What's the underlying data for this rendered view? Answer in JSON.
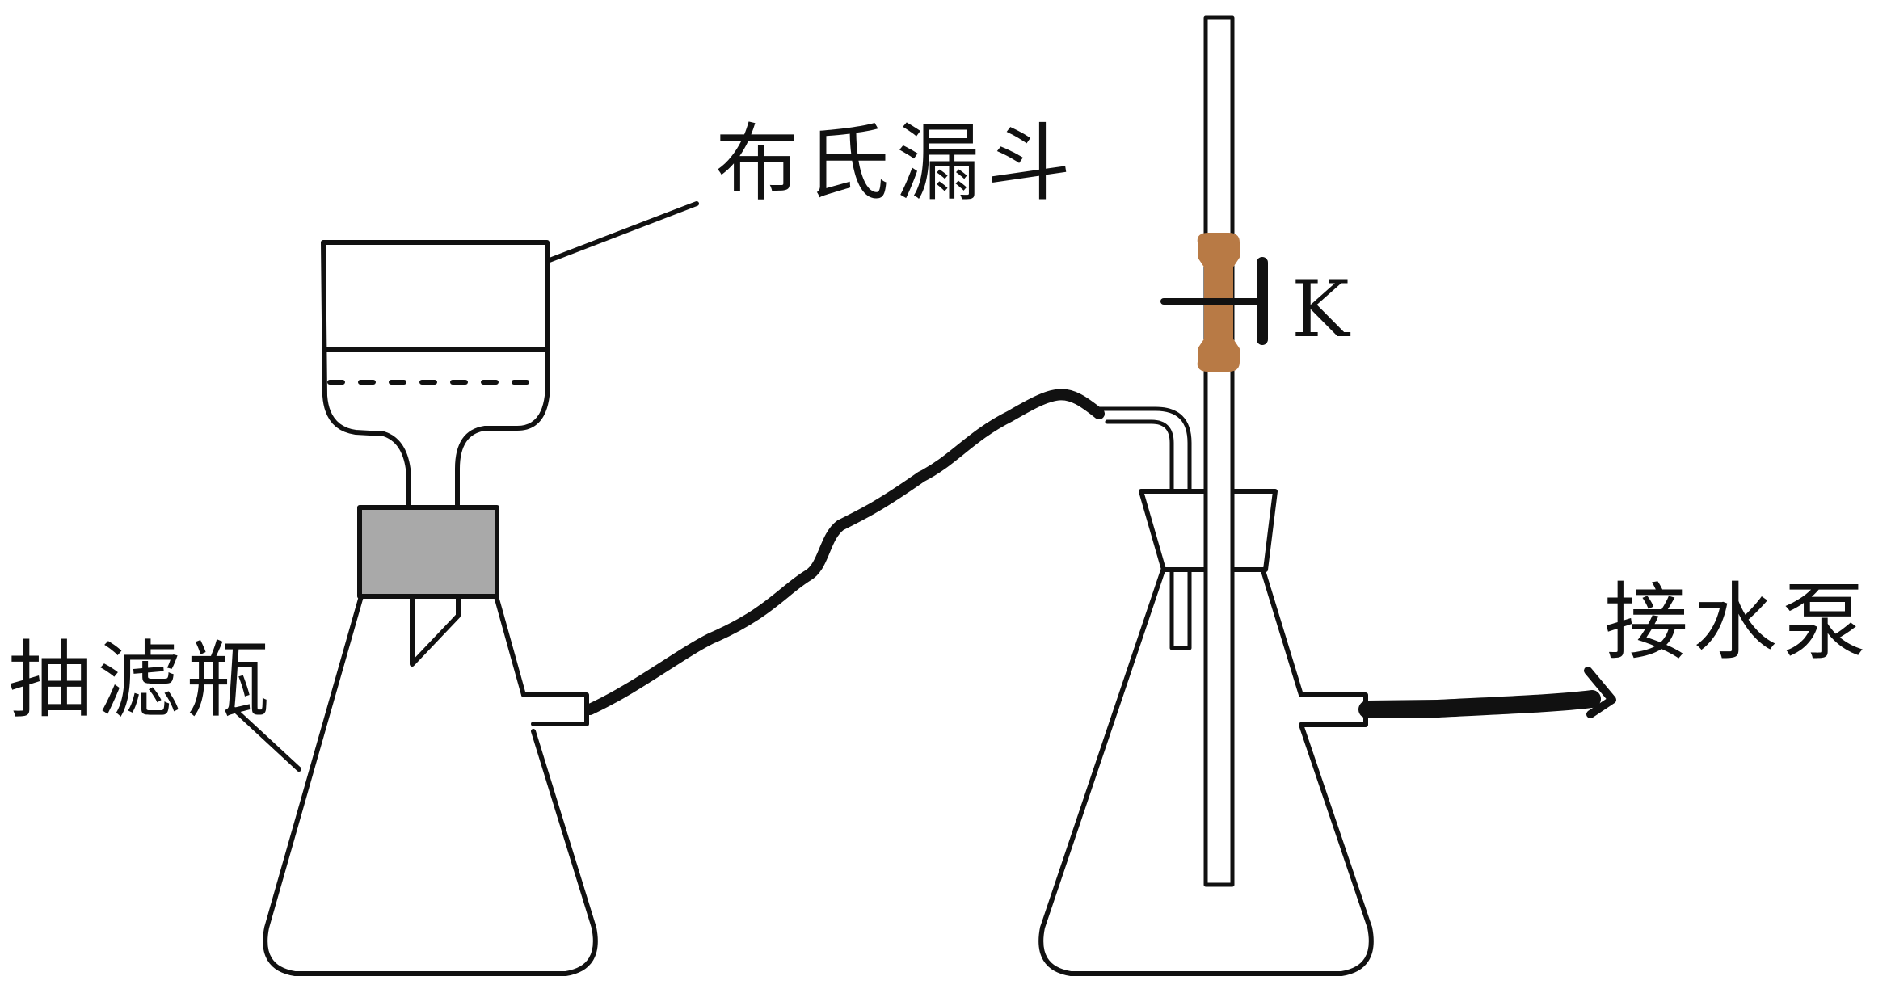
{
  "labels": {
    "buchner_funnel": "布氏漏斗",
    "suction_flask": "抽滤瓶",
    "to_pump": "接水泵",
    "clamp": "K"
  },
  "colors": {
    "line": "#111111",
    "stopper": "#a9a9a9",
    "rubber_clamp_tube": "#b87a45",
    "background": "#ffffff"
  }
}
